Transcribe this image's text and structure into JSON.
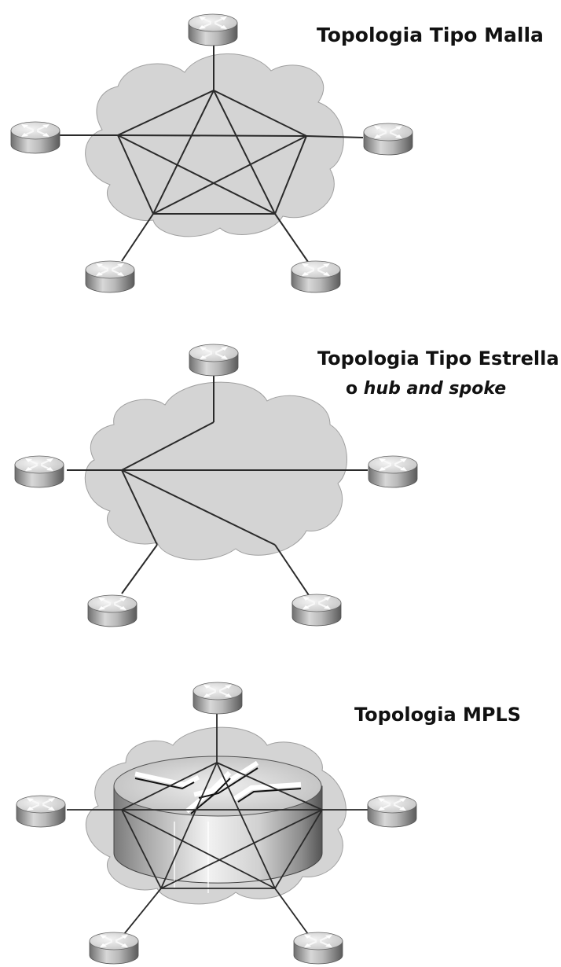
{
  "diagrams": [
    {
      "title": "Topologia Tipo Malla"
    },
    {
      "title": "Topologia Tipo Estrella",
      "subtitle_prefix": "o ",
      "subtitle_emphasis": "hub and spoke"
    },
    {
      "title": "Topologia MPLS"
    }
  ],
  "icons": {
    "node": "router-icon",
    "network": "cloud-icon",
    "mpls_core": "mpls-router-cylinder-icon"
  },
  "colors": {
    "cloud_fill": "#d4d4d4",
    "cloud_stroke": "#a0a0a0",
    "link": "#2a2a2a"
  }
}
